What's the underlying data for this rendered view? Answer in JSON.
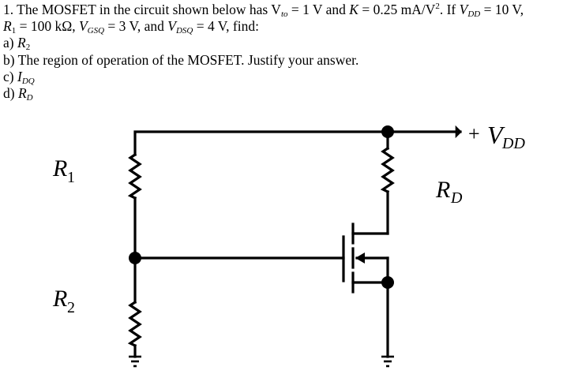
{
  "problem": {
    "line1": {
      "intro": "1. The MOSFET in the circuit shown below has V",
      "vto_sub": "to",
      "vto_eq": " = 1 V and ",
      "k_sym": "K",
      "k_eq": " = 0.25 mA/V",
      "k_sup": "2",
      "if_text": ". If ",
      "vdd_sym": "V",
      "vdd_sub": "DD",
      "vdd_eq": " = 10 V,"
    },
    "line2": {
      "r1_sym": "R",
      "r1_sub": "1",
      "r1_eq": " = 100 kΩ, ",
      "vgsq_sym": "V",
      "vgsq_sub": "GSQ",
      "vgsq_eq": " = 3 V, and ",
      "vdsq_sym": "V",
      "vdsq_sub": "DSQ",
      "vdsq_eq": " = 4 V, find:"
    },
    "part_a": {
      "prefix": "a) ",
      "sym": "R",
      "sub": "2"
    },
    "part_b": {
      "text": "b) The region of operation of the MOSFET. Justify your answer."
    },
    "part_c": {
      "prefix": "c) ",
      "sym": "I",
      "sub": "DQ"
    },
    "part_d": {
      "prefix": "d) ",
      "sym": "R",
      "sub": "D"
    }
  },
  "circuit": {
    "supply_plus": "+",
    "supply_sym": "V",
    "supply_sub": "DD",
    "r1_sym": "R",
    "r1_sub": "1",
    "r2_sym": "R",
    "r2_sub": "2",
    "rd_sym": "R",
    "rd_sub": "D"
  }
}
